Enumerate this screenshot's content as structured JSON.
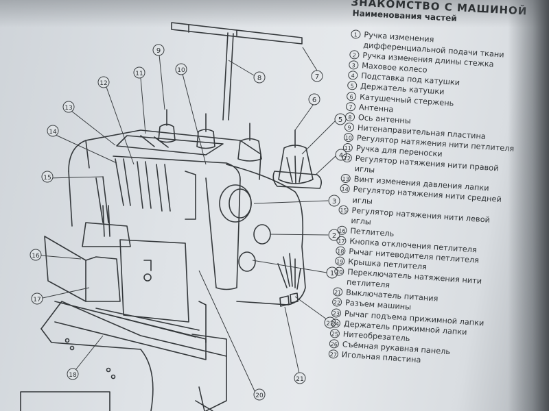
{
  "header": {
    "title": "ЗНАКОМСТВО С МАШИНОЙ",
    "subtitle": "Наименования частей"
  },
  "parts": [
    {
      "n": "1",
      "label": "Ручка изменения\nдифференциальной подачи ткани"
    },
    {
      "n": "2",
      "label": "Ручка изменения длины стежка"
    },
    {
      "n": "3",
      "label": "Маховое колесо"
    },
    {
      "n": "4",
      "label": "Подставка под катушки"
    },
    {
      "n": "5",
      "label": "Держатель катушки"
    },
    {
      "n": "6",
      "label": "Катушечный стержень"
    },
    {
      "n": "7",
      "label": "Антенна"
    },
    {
      "n": "8",
      "label": "Ось антенны"
    },
    {
      "n": "9",
      "label": "Нитенаправительная пластина"
    },
    {
      "n": "10",
      "label": "Регулятор натяжения нити петлителя"
    },
    {
      "n": "11",
      "label": "Ручка для переноски"
    },
    {
      "n": "12",
      "label": "Регулятор натяжения нити правой\nиглы"
    },
    {
      "n": "13",
      "label": "Винт изменения давления лапки"
    },
    {
      "n": "14",
      "label": "Регулятор натяжения нити средней\nиглы"
    },
    {
      "n": "15",
      "label": "Регулятор натяжения нити левой\nиглы"
    },
    {
      "n": "16",
      "label": "Петлитель"
    },
    {
      "n": "17",
      "label": "Кнопка отключения петлителя"
    },
    {
      "n": "18",
      "label": "Рычаг нитеводителя петлителя"
    },
    {
      "n": "19",
      "label": "Крышка петлителя"
    },
    {
      "n": "20",
      "label": "Переключатель натяжения нити\nпетлителя"
    },
    {
      "n": "21",
      "label": "Выключатель питания"
    },
    {
      "n": "22",
      "label": "Разъем машины"
    },
    {
      "n": "23",
      "label": "Рычаг подъема прижимной лапки"
    },
    {
      "n": "24",
      "label": "Держатель прижимной лапки"
    },
    {
      "n": "25",
      "label": "Нитеобрезатель"
    },
    {
      "n": "26",
      "label": "Съёмная рукавная панель"
    },
    {
      "n": "27",
      "label": "Игольная пластина"
    }
  ],
  "callouts": [
    "1",
    "2",
    "3",
    "4",
    "5",
    "6",
    "7",
    "8",
    "9",
    "10",
    "11",
    "12",
    "13",
    "14",
    "15",
    "16",
    "17",
    "18",
    "20",
    "21",
    "22"
  ],
  "colors": {
    "ink": "#2e3235",
    "paper": "#e2e6ea"
  }
}
